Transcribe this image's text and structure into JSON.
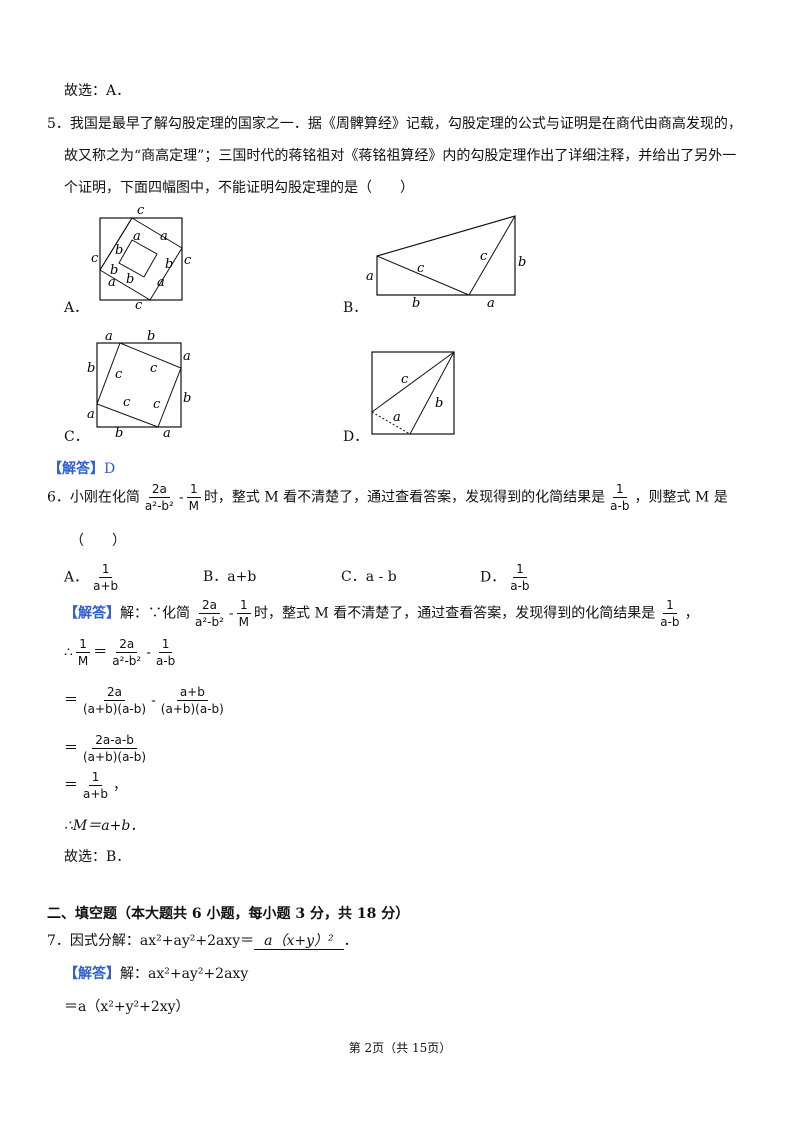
{
  "prev_answer": "故选：A．",
  "q5": {
    "line1": "5．我国是最早了解勾股定理的国家之一．据《周髀算经》记载，勾股定理的公式与证明是在商代由商高发现的，",
    "line2": "故又称之为“商高定理”；三国时代的蒋铭祖对《蒋铭祖算经》内的勾股定理作出了详细注释，并给出了另外一",
    "line3": "个证明，下面四幅图中，不能证明勾股定理的是（　　）",
    "options": [
      "A．",
      "B．",
      "C．",
      "D．"
    ],
    "answer_tag": "【解答】",
    "answer": "D"
  },
  "q6": {
    "prefix": "6．小刚在化简",
    "frac1_num": "2a",
    "frac1_den": "a²-b²",
    "minus": "-",
    "frac2_num": "1",
    "frac2_den": "M",
    "middle": "时，整式 M 看不清楚了，通过查看答案，发现得到的化简结果是",
    "frac3_num": "1",
    "frac3_den": "a-b",
    "suffix": "，则整式 M 是",
    "paren": "（　　）",
    "optA_label": "A．",
    "optA_num": "1",
    "optA_den": "a+b",
    "optB": "B．a+b",
    "optC": "C．a - b",
    "optD_label": "D．",
    "optD_num": "1",
    "optD_den": "a-b",
    "sol_tag": "【解答】",
    "sol_prefix": "解：∵化简",
    "sol_middle": "时，整式 M 看不清楚了，通过查看答案，发现得到的化简结果是",
    "step1_lhs": "∴",
    "step2_num1": "2a",
    "step2_den1": "(a+b)(a-b)",
    "step2_num2": "a+b",
    "step2_den2": "(a+b)(a-b)",
    "step3_num": "2a-a-b",
    "step3_den": "(a+b)(a-b)",
    "step4_num": "1",
    "step4_den": "a+b",
    "eq": "＝",
    "comma": "，",
    "conclusion": "∴M＝a+b．",
    "final": "故选：B．"
  },
  "section2": "二、填空题（本大题共 6 小题，每小题 3 分，共 18 分）",
  "q7": {
    "prefix": "7．因式分解：ax²+ay²+2axy＝",
    "blank": "a（x+y）²",
    "suffix": "．",
    "sol_tag": "【解答】",
    "sol_line": "解：ax²+ay²+2axy",
    "step": "＝a（x²+y²+2xy）"
  },
  "footer": "第 2页（共 15页）"
}
